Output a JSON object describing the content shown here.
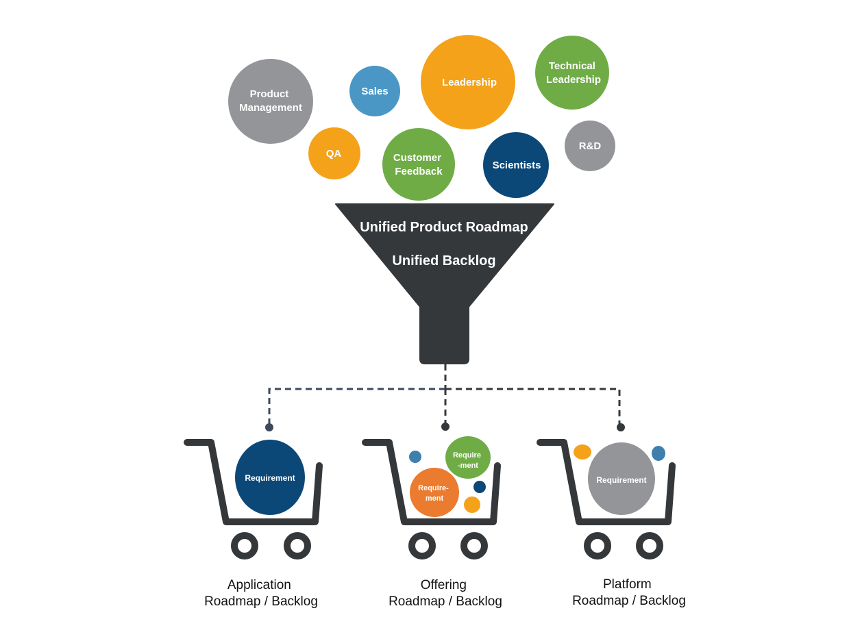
{
  "colors": {
    "gray": "#939598",
    "blue": "#4a97c6",
    "orange": "#f5a21b",
    "green": "#6fac46",
    "navy": "#0b4878",
    "dark": "#35383b",
    "req_orange": "#ea7b2f",
    "dot_blue": "#3f7fad",
    "dash_slate": "#3c4a5c"
  },
  "sources": [
    {
      "lines": [
        "Product",
        "Management"
      ]
    },
    {
      "lines": [
        "Sales"
      ]
    },
    {
      "lines": [
        "Leadership"
      ]
    },
    {
      "lines": [
        "Technical",
        "Leadership"
      ]
    },
    {
      "lines": [
        "QA"
      ]
    },
    {
      "lines": [
        "Customer",
        "Feedback"
      ]
    },
    {
      "lines": [
        "Scientists"
      ]
    },
    {
      "lines": [
        "R&D"
      ]
    }
  ],
  "funnel": {
    "line1": "Unified Product Roadmap",
    "line2": "Unified Backlog"
  },
  "carts": [
    {
      "label1": "Application",
      "label2": "Roadmap / Backlog",
      "requirements": [
        {
          "lines": [
            "Requirement"
          ]
        }
      ]
    },
    {
      "label1": "Offering",
      "label2": "Roadmap / Backlog",
      "requirements": [
        {
          "lines": [
            "Require-",
            "ment"
          ]
        },
        {
          "lines": [
            "Require",
            "-ment"
          ]
        }
      ]
    },
    {
      "label1": "Platform",
      "label2": "Roadmap / Backlog",
      "requirements": [
        {
          "lines": [
            "Requirement"
          ]
        }
      ]
    }
  ]
}
